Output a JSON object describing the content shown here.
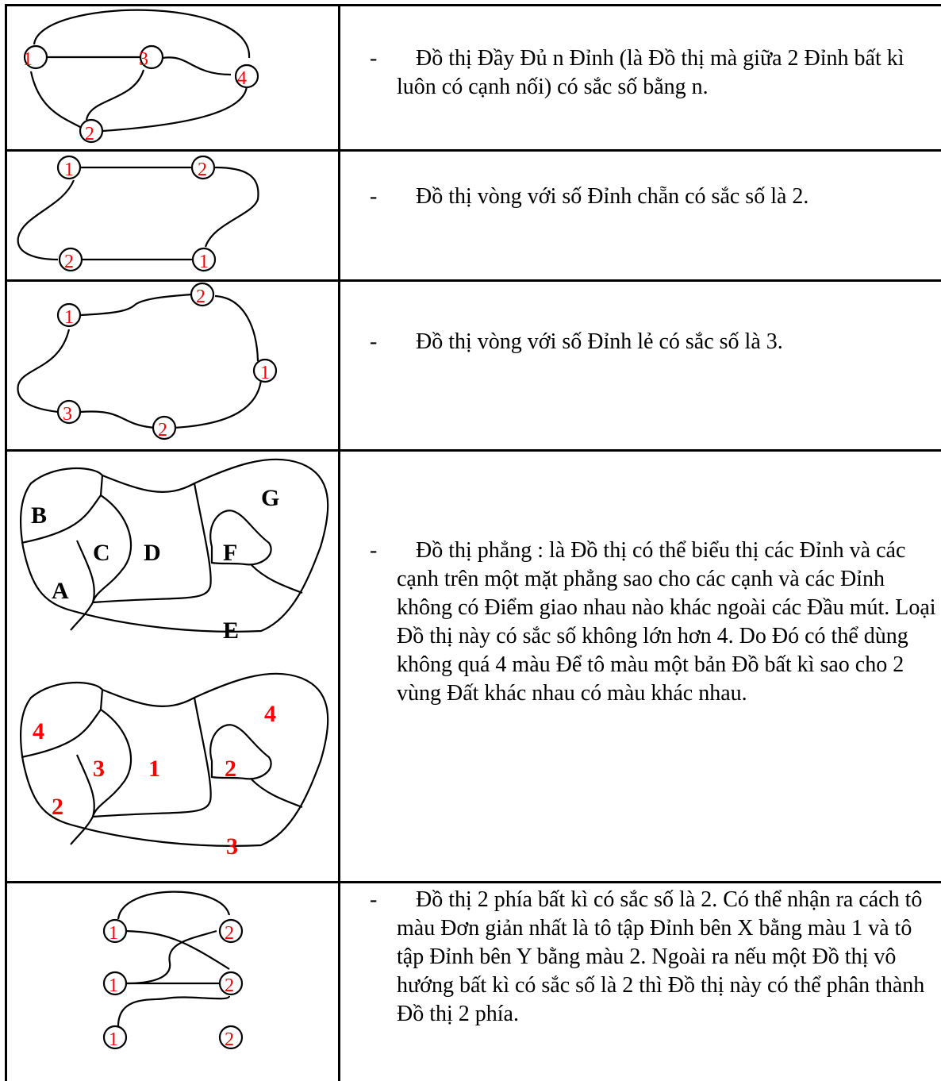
{
  "rows": [
    {
      "id": "complete",
      "bullet": "-",
      "text": "Đồ thị Đầy Đủ n Đỉnh (là Đồ thị mà giữa 2 Đỉnh bất kì luôn có cạnh nối) có sắc số bằng n.",
      "figure": {
        "vertex_labels": [
          "1",
          "3",
          "4",
          "2"
        ]
      }
    },
    {
      "id": "even-cycle",
      "bullet": "-",
      "text": "Đồ thị vòng với số Đỉnh chẵn có sắc số là 2.",
      "figure": {
        "vertex_labels": [
          "1",
          "2",
          "2",
          "1"
        ]
      }
    },
    {
      "id": "odd-cycle",
      "bullet": "-",
      "text": "Đồ thị vòng với số Đỉnh lẻ có sắc số là 3.",
      "figure": {
        "vertex_labels": [
          "1",
          "2",
          "1",
          "2",
          "3"
        ]
      }
    },
    {
      "id": "planar",
      "bullet": "-",
      "text": "Đồ thị phẳng : là Đồ thị có thể biểu thị các Đỉnh và các cạnh trên một mặt phẳng sao cho các cạnh và các Đỉnh không có Điểm giao nhau nào khác ngoài các Đầu mút. Loại Đồ thị này có sắc số không lớn hơn 4. Do Đó có thể dùng không quá 4 màu Để tô màu một bản Đồ bất kì sao cho 2 vùng Đất khác nhau có màu khác nhau.",
      "figure": {
        "region_letters": [
          "B",
          "C",
          "D",
          "A",
          "F",
          "G",
          "E"
        ],
        "region_colors": [
          "4",
          "3",
          "1",
          "2",
          "2",
          "4",
          "3"
        ],
        "letter_color": "#000000",
        "number_color": "#ff0000"
      }
    },
    {
      "id": "bipartite",
      "bullet": "-",
      "text": "Đồ thị 2 phía bất kì có sắc số là 2. Có thể nhận ra cách tô màu Đơn giản nhất là tô tập Đỉnh bên X bằng màu 1 và tô tập Đỉnh bên Y bằng màu 2. Ngoài ra nếu một Đồ thị vô hướng bất kì có sắc số là 2 thì Đồ thị này có thể phân thành Đồ thị 2 phía.",
      "figure": {
        "vertex_labels": [
          "1",
          "2",
          "1",
          "2",
          "1",
          "2"
        ]
      }
    }
  ],
  "colors": {
    "label": "#ff0000",
    "line": "#000000",
    "background": "#ffffff"
  }
}
